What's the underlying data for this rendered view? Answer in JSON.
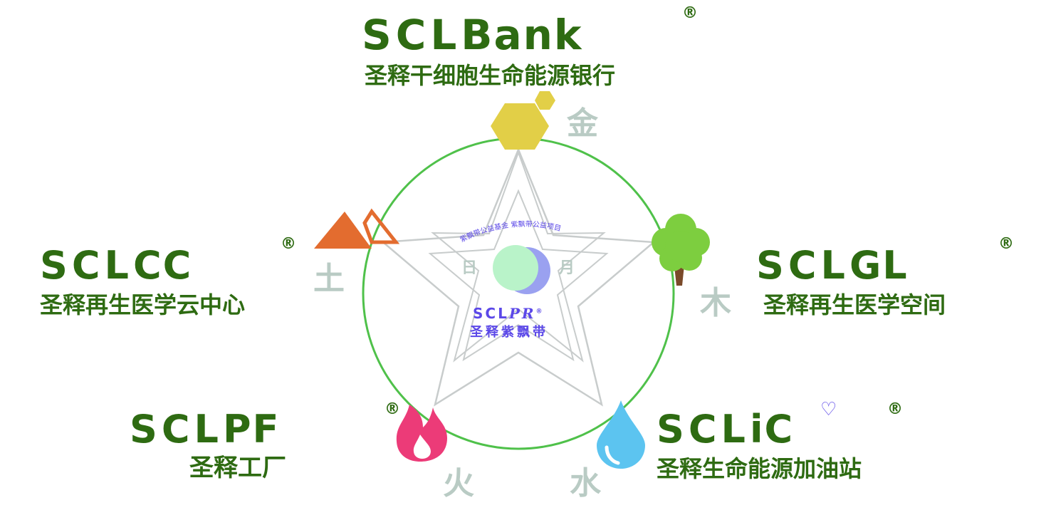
{
  "center": {
    "arc_text": "紫飘带公益基金 紫飘带公益项目",
    "sun_label": "日",
    "moon_label": "月",
    "brand_latin": "SCL",
    "brand_script": "PR",
    "reg_mark": "®",
    "brand_cn": "圣释紫飘带"
  },
  "nodes": {
    "metal": {
      "element": "金",
      "brand_prefix": "SCL",
      "brand_suffix": "Bank",
      "reg_mark": "®",
      "subtitle": "圣释干细胞生命能源银行",
      "icon": "hexagon-icon",
      "color": "#e2cf47"
    },
    "wood": {
      "element": "木",
      "brand_prefix": "SCL",
      "brand_suffix": "GL",
      "reg_mark": "®",
      "subtitle": "圣释再生医学空间",
      "icon": "tree-icon",
      "color": "#7dce3f"
    },
    "water": {
      "element": "水",
      "brand_prefix": "SCL",
      "brand_suffix": "iC",
      "reg_mark": "®",
      "subtitle": "圣释生命能源加油站",
      "icon": "water-drop-icon",
      "color": "#5cc4f0"
    },
    "fire": {
      "element": "火",
      "brand_prefix": "SCL",
      "brand_suffix": "PF",
      "reg_mark": "®",
      "subtitle": "圣释工厂",
      "icon": "flame-icon",
      "color": "#ec3b78"
    },
    "earth": {
      "element": "土",
      "brand_prefix": "SCL",
      "brand_suffix": "CC",
      "reg_mark": "®",
      "subtitle": "圣释再生医学云中心",
      "icon": "mountain-icon",
      "color": "#e36c2f"
    }
  },
  "colors": {
    "scl_purple": "#5b48e8",
    "brand_green": "#2e6b12",
    "ring_green": "#4fc14a",
    "element_grey": "#b9cbc4"
  }
}
